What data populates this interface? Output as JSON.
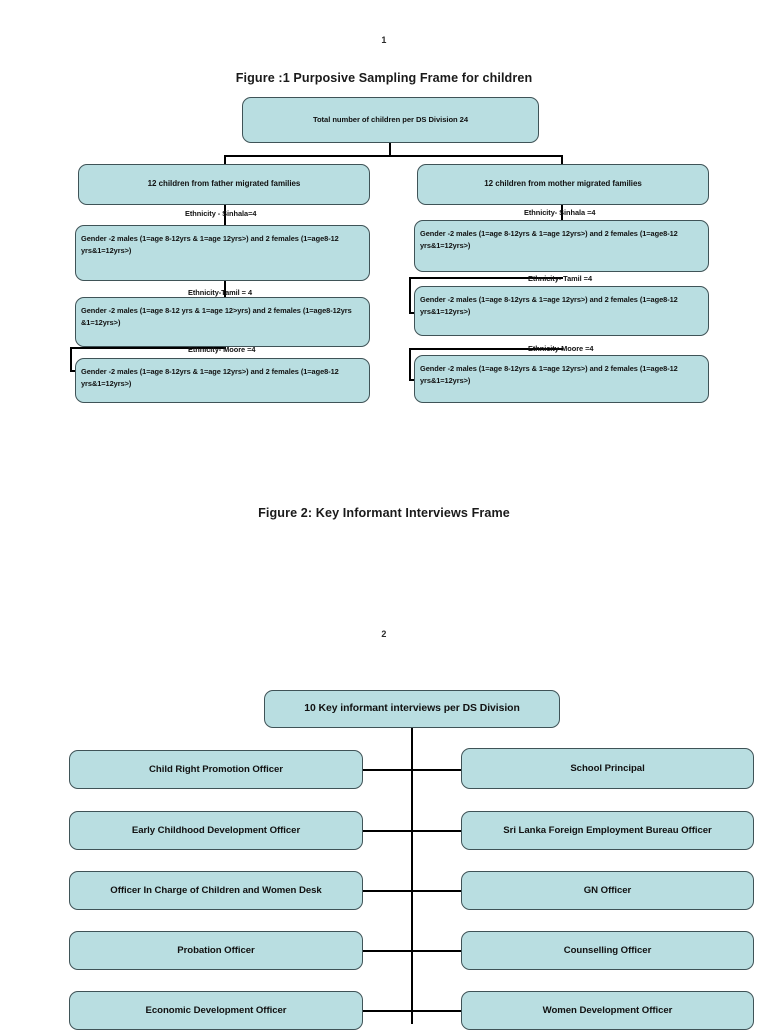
{
  "document": {
    "page_numbers": [
      "1",
      "2"
    ]
  },
  "figure1": {
    "caption": "Figure :1 Purposive Sampling Frame for children",
    "root": "Total number of children per DS Division 24",
    "branches": [
      {
        "header": "12 children from father migrated families",
        "levels": [
          {
            "edge_label": "Ethnicity - Sinhala=4",
            "text": "Gender -2 males (1=age 8-12yrs & 1=age 12yrs>) and 2 females (1=age8-12 yrs&1=12yrs>)"
          },
          {
            "edge_label": "Ethnicity-Tamil = 4",
            "text": "Gender -2 males (1=age 8-12 yrs & 1=age 12>yrs) and 2 females (1=age8-12yrs &1=12yrs>)"
          },
          {
            "edge_label": "Ethnicity- Moore =4",
            "text": "Gender -2 males (1=age 8-12yrs & 1=age 12yrs>) and 2 females (1=age8-12 yrs&1=12yrs>)"
          }
        ]
      },
      {
        "header": "12 children from mother migrated families",
        "levels": [
          {
            "edge_label": "Ethnicity- Sinhala =4",
            "text": "Gender -2 males (1=age 8-12yrs & 1=age 12yrs>) and 2 females (1=age8-12 yrs&1=12yrs>)"
          },
          {
            "edge_label": "Ethnicity- Tamil =4",
            "text": "Gender -2 males (1=age 8-12yrs & 1=age 12yrs>) and 2 females (1=age8-12 yrs&1=12yrs>)"
          },
          {
            "edge_label": "Ethnicity-Moore =4",
            "text": "Gender -2 males (1=age 8-12yrs & 1=age 12yrs>) and 2 females (1=age8-12 yrs&1=12yrs>)"
          }
        ]
      }
    ]
  },
  "figure2": {
    "caption": "Figure 2: Key Informant Interviews Frame",
    "root": "10 Key informant interviews per DS Division",
    "left_column": [
      "Child Right Promotion Officer",
      "Early Childhood Development Officer",
      "Officer In Charge of Children and Women Desk",
      "Probation Officer",
      "Economic Development Officer"
    ],
    "right_column": [
      "School Principal",
      "Sri Lanka Foreign Employment Bureau Officer",
      "GN Officer",
      "Counselling Officer",
      "Women Development Officer"
    ]
  },
  "colors": {
    "box_fill": "#b9dee1",
    "box_border": "#3f5357",
    "connector": "#000000",
    "text": "#111111"
  }
}
